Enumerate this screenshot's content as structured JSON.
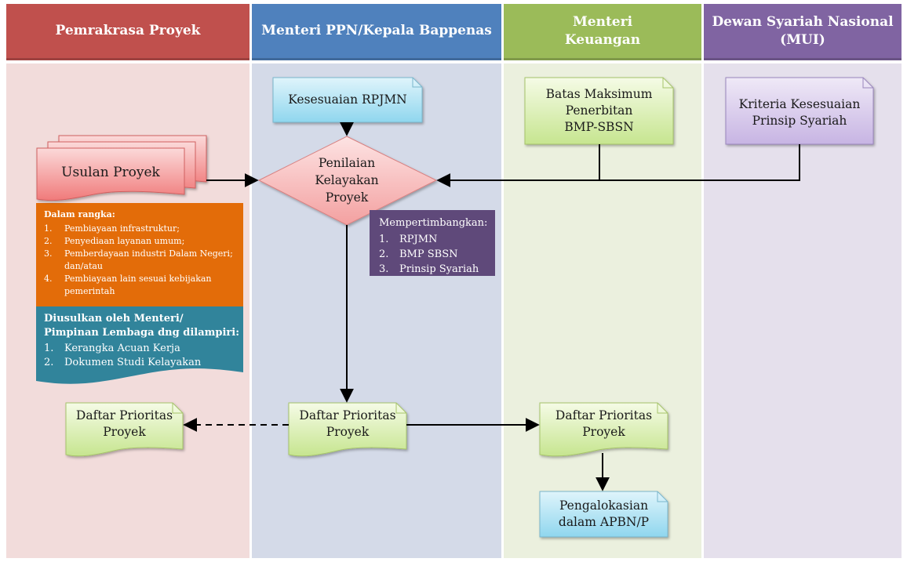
{
  "lanes": [
    {
      "title": "Pemrakrasa  Proyek",
      "header_color": "#c0504d",
      "body_color": "#f2dcdb"
    },
    {
      "title": "Menteri PPN/Kepala Bappenas",
      "header_color": "#4f81bd",
      "body_color": "#d4dae8"
    },
    {
      "title": "Menteri\nKeuangan",
      "header_color": "#9bbb59",
      "body_color": "#ebf0de"
    },
    {
      "title": "Dewan Syariah Nasional\n(MUI)",
      "header_color": "#8064a2",
      "body_color": "#e5e0ec"
    }
  ],
  "nodes": {
    "usulan": "Usulan Proyek",
    "rpjmn": "Kesesuaian RPJMN",
    "penilaian": "Penilaian\nKelayakan\nProyek",
    "batas": "Batas Maksimum\nPenerbitan\nBMP-SBSN",
    "kriteria": "Kriteria Kesesuaian\nPrinsip Syariah",
    "daftar_left": "Daftar Prioritas\nProyek",
    "daftar_mid": "Daftar Prioritas\nProyek",
    "daftar_right": "Daftar Prioritas\nProyek",
    "pengalokasian": "Pengalokasian\ndalam APBN/P"
  },
  "notes": {
    "rangka": {
      "heading": "Dalam rangka:",
      "items": [
        {
          "num": "1.",
          "text": "Pembiayaan infrastruktur;"
        },
        {
          "num": "2.",
          "text": "Penyediaan layanan umum;"
        },
        {
          "num": "3.",
          "text": "Pemberdayaan industri Dalam Negeri; dan/atau"
        },
        {
          "num": "4.",
          "text": "Pembiayaan lain sesuai kebijakan pemerintah"
        }
      ]
    },
    "diusulkan": {
      "heading": "Diusulkan oleh Menteri/ Pimpinan Lembaga dng dilampiri:",
      "items": [
        {
          "num": "1.",
          "text": "Kerangka Acuan Kerja"
        },
        {
          "num": "2.",
          "text": "Dokumen Studi Kelayakan"
        }
      ]
    },
    "mempertimbangkan": {
      "heading": "Mempertimbangkan:",
      "items": [
        {
          "num": "1.",
          "text": "RPJMN"
        },
        {
          "num": "2.",
          "text": "BMP SBSN"
        },
        {
          "num": "3.",
          "text": "Prinsip Syariah"
        }
      ]
    }
  },
  "colors": {
    "orange_note": "#e36c09",
    "teal_note": "#31849b",
    "purple_note": "#5f497a"
  }
}
